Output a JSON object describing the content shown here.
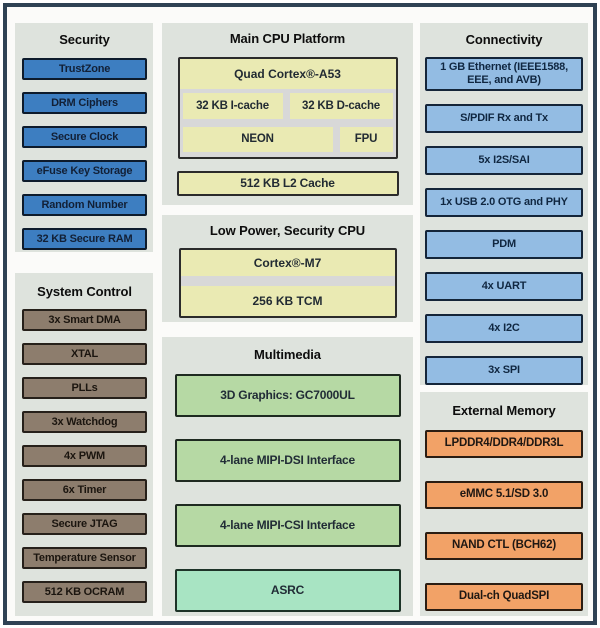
{
  "colors": {
    "frame": "#2f4254",
    "canvas-bg": "#fbfbf9",
    "panel-bg": "#dee3dd",
    "security-blue": "#3d7ec1",
    "system-brown": "#8d7d6d",
    "cpu-yellow": "#eaeab3",
    "divider-gray": "#d8d8d8",
    "multimedia-green": "#b6d9a4",
    "asrc-mint": "#a8e4c3",
    "connectivity-blue": "#93bce3",
    "memory-orange": "#f2a267"
  },
  "panels": {
    "security": {
      "title": "Security",
      "items": [
        "TrustZone",
        "DRM Ciphers",
        "Secure Clock",
        "eFuse Key Storage",
        "Random Number",
        "32 KB Secure RAM"
      ]
    },
    "system_control": {
      "title": "System Control",
      "items": [
        "3x Smart DMA",
        "XTAL",
        "PLLs",
        "3x Watchdog",
        "4x PWM",
        "6x Timer",
        "Secure JTAG",
        "Temperature Sensor",
        "512 KB OCRAM"
      ]
    },
    "main_cpu": {
      "title": "Main CPU Platform",
      "cpu_label": "Quad Cortex®-A53",
      "icache": "32 KB I-cache",
      "dcache": "32 KB D-cache",
      "neon": "NEON",
      "fpu": "FPU",
      "l2_cache": "512 KB L2 Cache"
    },
    "low_power": {
      "title": "Low Power, Security CPU",
      "cpu_label": "Cortex®-M7",
      "tcm": "256 KB TCM"
    },
    "multimedia": {
      "title": "Multimedia",
      "items": [
        "3D Graphics: GC7000UL",
        "4-lane MIPI-DSI Interface",
        "4-lane MIPI-CSI Interface",
        "ASRC"
      ]
    },
    "connectivity": {
      "title": "Connectivity",
      "items": [
        "1 GB Ethernet (IEEE1588, EEE, and AVB)",
        "S/PDIF Rx and Tx",
        "5x I2S/SAI",
        "1x USB 2.0 OTG and PHY",
        "PDM",
        "4x UART",
        "4x I2C",
        "3x SPI"
      ]
    },
    "external_memory": {
      "title": "External Memory",
      "items": [
        "LPDDR4/DDR4/DDR3L",
        "eMMC 5.1/SD 3.0",
        "NAND CTL (BCH62)",
        "Dual-ch QuadSPI"
      ]
    }
  }
}
